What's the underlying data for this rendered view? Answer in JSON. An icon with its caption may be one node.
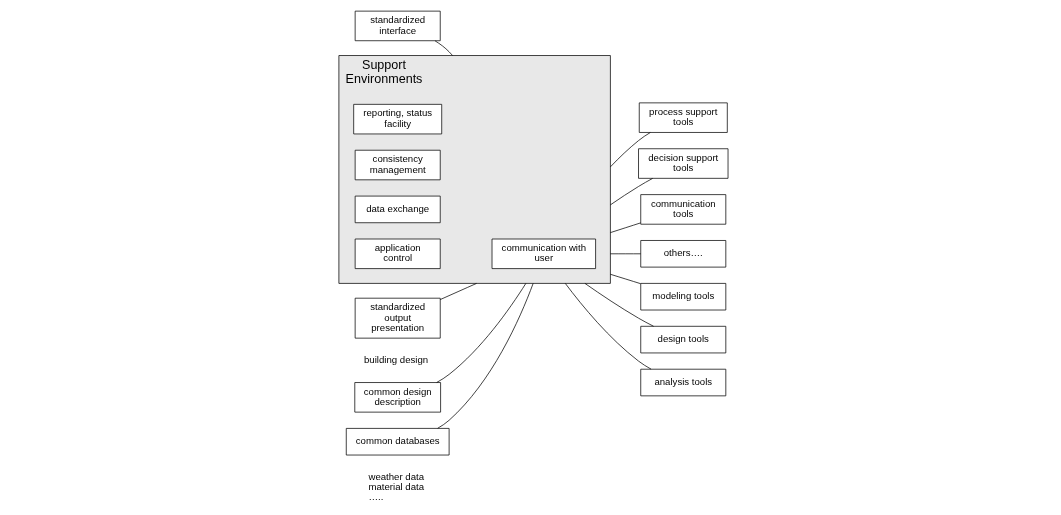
{
  "diagram": {
    "nodes": [
      {
        "text": [
          "standardized interface"
        ]
      },
      {
        "text": [
          "standardized output presentation"
        ]
      },
      {
        "text": [
          "Support Environments"
        ]
      },
      {
        "text": [
          "communication with user"
        ],
        "in": 2
      },
      {
        "text": [
          "reporting, status facility"
        ],
        "in": 2
      },
      {
        "text": [
          "consistency management"
        ],
        "in": 2
      },
      {
        "text": [
          "data exchange"
        ],
        "in": 2
      },
      {
        "text": [
          "application control"
        ],
        "in": 2
      },
      {
        "text": [
          "process support tools"
        ]
      },
      {
        "text": [
          "decision support tools"
        ]
      },
      {
        "text": [
          "communication tools"
        ]
      },
      {
        "text": [
          "others…."
        ]
      },
      {
        "text": [
          "common design description"
        ],
        "beside": [
          "building design"
        ]
      },
      {
        "text": [
          "common databases"
        ],
        "beside": [
          "weather data",
          "material data",
          "….."
        ]
      },
      {
        "text": [
          "modeling tools"
        ]
      },
      {
        "text": [
          "design tools"
        ]
      },
      {
        "text": [
          "analysis tools"
        ]
      }
    ],
    "edges": [
      {
        "from": 0,
        "to": 2,
        "arrow": "none"
      },
      {
        "from": 1,
        "to": 2,
        "arrow": "none"
      },
      {
        "from": 2,
        "to": 8,
        "arrow": "none"
      },
      {
        "from": 2,
        "to": 9,
        "arrow": "none"
      },
      {
        "from": 2,
        "to": 10,
        "arrow": "none"
      },
      {
        "from": 2,
        "to": 11,
        "arrow": "none"
      },
      {
        "from": 12,
        "to": 2,
        "arrow": "none"
      },
      {
        "from": 13,
        "to": 2,
        "arrow": "none"
      },
      {
        "from": 2,
        "to": 14,
        "arrow": "none"
      },
      {
        "from": 2,
        "to": 15,
        "arrow": "none"
      },
      {
        "from": 2,
        "to": 16,
        "arrow": "none"
      }
    ]
  }
}
